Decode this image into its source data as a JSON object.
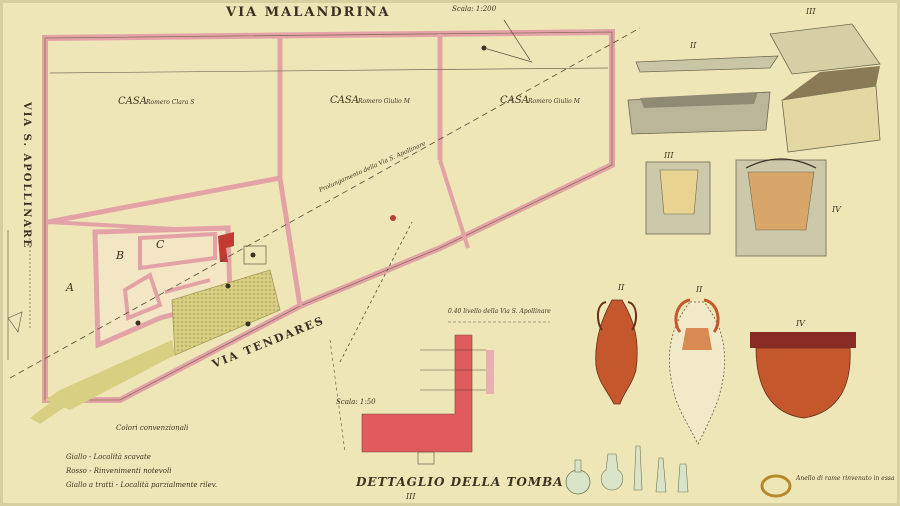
{
  "plan": {
    "street_top": "VIA MALANDRINA",
    "street_left": "VIA S. APOLLINARE",
    "street_bottom": "VIA TENDARES",
    "scale_main": "Scala: 1:200",
    "houses": [
      {
        "name": "CASA",
        "owner": "Romero Clara S"
      },
      {
        "name": "CASA",
        "owner": "Romero Giulio M"
      },
      {
        "name": "CASA",
        "owner": "Romero Giulio M"
      }
    ],
    "area_letters": [
      "A",
      "B",
      "C"
    ],
    "note_diagonal": "Prolungamento della Via S. Apollinare",
    "legend": {
      "title": "Colori convenzionali",
      "items": [
        "Giallo - Località scavate",
        "Rosso - Rinvenimenti notevoli",
        "Giallo a tratti - Località parzialmente rilev."
      ]
    }
  },
  "detail": {
    "title": "DETTAGLIO DELLA TOMBA",
    "number": "III",
    "scale": "Scala: 1:50",
    "note": "0.40 livello della Via S. Apollinare"
  },
  "finds": {
    "numerals": [
      "II",
      "III",
      "III",
      "IV",
      "II",
      "II",
      "IV"
    ],
    "ring_label": "Anello di rame rinvenuto in essa"
  },
  "colors": {
    "paper": "#efe6b8",
    "wall_pink": "#e3a3a6",
    "excavated_yellow": "#d9cf82",
    "find_red": "#c23a32",
    "stone": "#c9c6a6",
    "terracotta": "#c4582c"
  }
}
